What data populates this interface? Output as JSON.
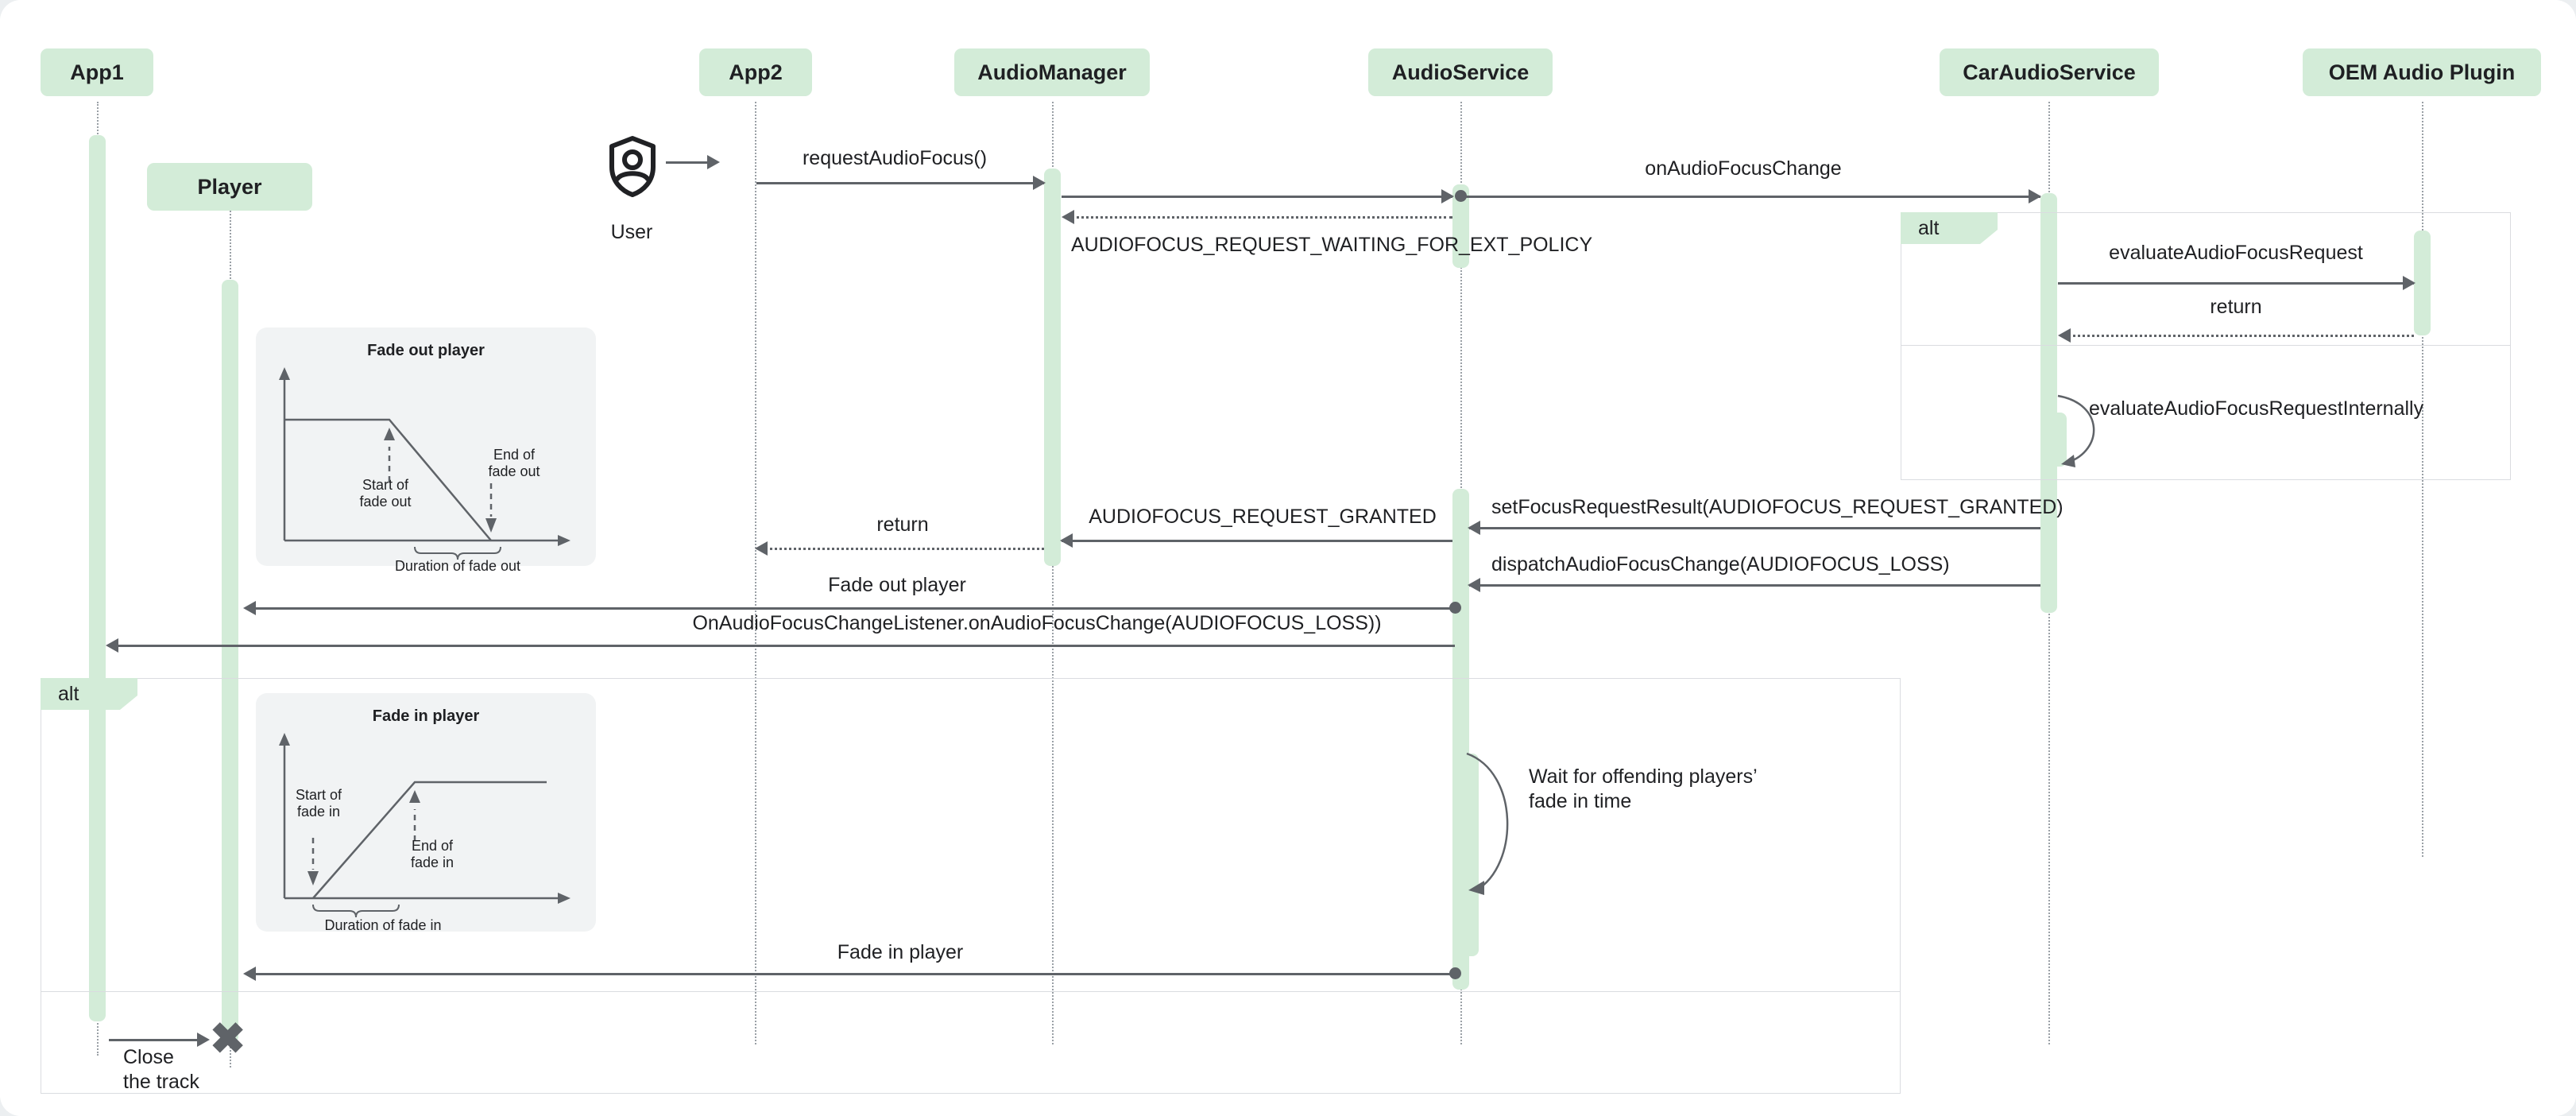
{
  "diagram": {
    "type": "uml-sequence-diagram",
    "title": "Android Car Audio Focus with Fade",
    "colors": {
      "participant_fill": "#d3ecd8",
      "activation_fill": "#d3ecd8",
      "line": "#5f6368",
      "lifeline": "#9aa0a6",
      "fragment_border": "#dadce0",
      "inset_bg": "#f1f3f4",
      "page_bg": "#ffffff",
      "text": "#1f2023"
    },
    "participants": [
      {
        "id": "app1",
        "label": "App1"
      },
      {
        "id": "player",
        "label": "Player"
      },
      {
        "id": "app2",
        "label": "App2"
      },
      {
        "id": "audiomanager",
        "label": "AudioManager"
      },
      {
        "id": "audioservice",
        "label": "AudioService"
      },
      {
        "id": "caraudio",
        "label": "CarAudioService"
      },
      {
        "id": "oemplugin",
        "label": "OEM Audio Plugin"
      }
    ],
    "actor": {
      "label": "User",
      "icon": "user-shield-icon"
    },
    "messages": [
      {
        "id": "m1",
        "label": "requestAudioFocus()",
        "from": "user",
        "to": "audiomanager",
        "style": "solid"
      },
      {
        "id": "m2",
        "label": "",
        "from": "app2",
        "to": "audiomanager",
        "style": "solid"
      },
      {
        "id": "m3",
        "label": "onAudioFocusChange",
        "from": "audioservice",
        "to": "caraudio",
        "style": "solid"
      },
      {
        "id": "m4",
        "label": "AUDIOFOCUS_REQUEST_WAITING_FOR_EXT_POLICY",
        "from": "audioservice",
        "to": "audiomanager",
        "style": "dotted"
      },
      {
        "id": "m5",
        "label": "evaluateAudioFocusRequest",
        "from": "caraudio",
        "to": "oemplugin",
        "style": "solid"
      },
      {
        "id": "m6",
        "label": "return",
        "from": "oemplugin",
        "to": "caraudio",
        "style": "dotted"
      },
      {
        "id": "m7",
        "label": "evaluateAudioFocusRequestInternally",
        "from": "caraudio",
        "to": "caraudio",
        "style": "self"
      },
      {
        "id": "m8",
        "label": "setFocusRequestResult(AUDIOFOCUS_REQUEST_GRANTED)",
        "from": "caraudio",
        "to": "audioservice",
        "style": "solid"
      },
      {
        "id": "m9",
        "label": "AUDIOFOCUS_REQUEST_GRANTED",
        "from": "audioservice",
        "to": "audiomanager",
        "style": "solid"
      },
      {
        "id": "m10",
        "label": "return",
        "from": "audiomanager",
        "to": "app2",
        "style": "dotted"
      },
      {
        "id": "m11",
        "label": "dispatchAudioFocusChange(AUDIOFOCUS_LOSS)",
        "from": "caraudio",
        "to": "audioservice",
        "style": "solid"
      },
      {
        "id": "m12",
        "label": "Fade out player",
        "from": "player",
        "to": "audioservice",
        "style": "solid"
      },
      {
        "id": "m13",
        "label": "OnAudioFocusChangeListener.onAudioFocusChange(AUDIOFOCUS_LOSS))",
        "from": "audioservice",
        "to": "app1",
        "style": "solid"
      },
      {
        "id": "m14",
        "label": "Wait for offending players’\n fade in time",
        "from": "audioservice",
        "to": "audioservice",
        "style": "self"
      },
      {
        "id": "m15",
        "label": "Fade in player",
        "from": "audioservice",
        "to": "player",
        "style": "solid"
      },
      {
        "id": "m16",
        "label": "Close\nthe track",
        "from": "app1",
        "to": "player",
        "style": "destroy"
      }
    ],
    "fragments": [
      {
        "id": "alt-right",
        "tag": "alt",
        "operands": 2
      },
      {
        "id": "alt-left",
        "tag": "alt",
        "operands": 2
      }
    ],
    "insets": [
      {
        "id": "fade-out",
        "title": "Fade out player",
        "captions": {
          "start": "Start of\nfade out",
          "end": "End of\nfade out",
          "duration": "Duration of fade out"
        }
      },
      {
        "id": "fade-in",
        "title": "Fade in player",
        "captions": {
          "start": "Start of\nfade in",
          "end": "End of\nfade in",
          "duration": "Duration of fade in"
        }
      }
    ]
  }
}
